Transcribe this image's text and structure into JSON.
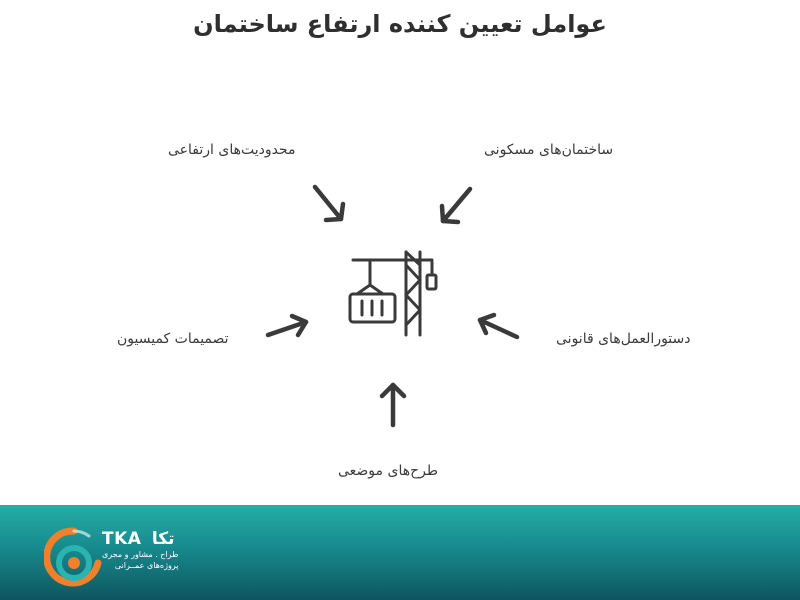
{
  "title": "عوامل تعیین کننده ارتفاع ساختمان",
  "factors": {
    "height_limits": "محدودیت‌های ارتفاعی",
    "residential_buildings": "ساختمان‌های مسکونی",
    "commission_decisions": "تصمیمات کمیسیون",
    "legal_guidelines": "دستورالعمل‌های قانونی",
    "local_plans": "طرح‌های موضعی"
  },
  "center_icon": "crane-container-icon",
  "arrow_icon": "arrow-icon",
  "colors": {
    "text": "#3a3a3a",
    "arrow": "#3a3a3a",
    "footer_top": "#25aea7",
    "footer_bottom": "#0f5560",
    "logo_orange": "#f0802a",
    "logo_teal": "#2ab3b0"
  },
  "footer": {
    "logo": {
      "brand_latin": "TKA",
      "brand_persian": "تکا",
      "tagline_line1": "طراح . مشاور و مجری",
      "tagline_line2": "پروژه‌های عمــرانی"
    }
  }
}
